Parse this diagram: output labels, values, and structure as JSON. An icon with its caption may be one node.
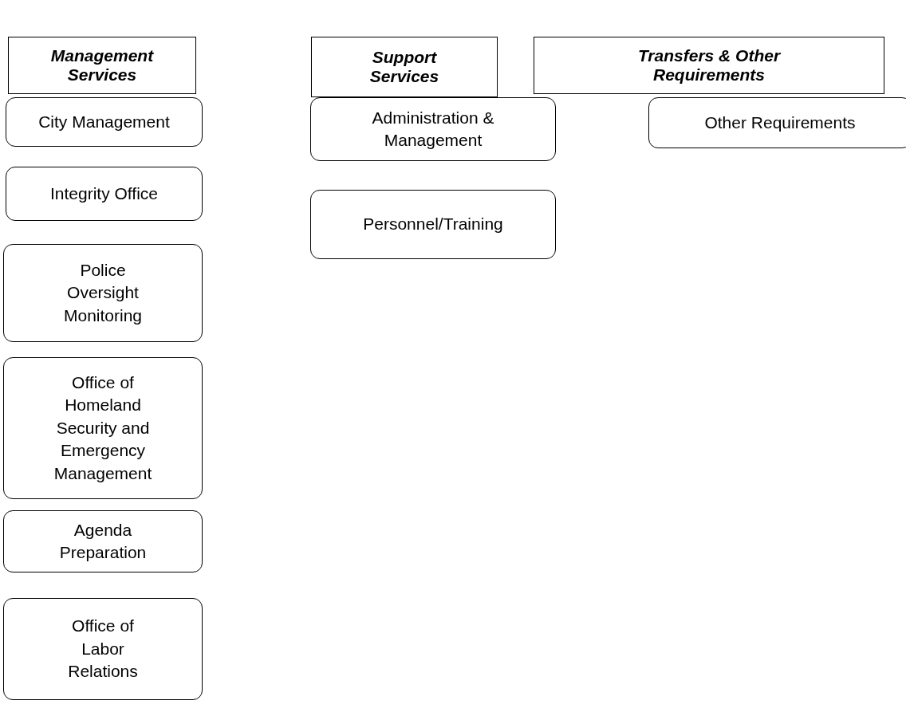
{
  "diagram": {
    "nodes": [
      {
        "text": [
          "Management Services"
        ]
      },
      {
        "text": [
          "City Management"
        ]
      },
      {
        "text": [
          "Integrity Office"
        ]
      },
      {
        "text": [
          "Police Oversight Monitoring"
        ]
      },
      {
        "text": [
          "Office of Homeland Security and Emergency Management"
        ]
      },
      {
        "text": [
          "Agenda Preparation"
        ]
      },
      {
        "text": [
          "Office of Labor Relations"
        ]
      },
      {
        "text": [
          "Support Services"
        ]
      },
      {
        "text": [
          "Administration & Management"
        ]
      },
      {
        "text": [
          "Personnel/Training"
        ]
      },
      {
        "text": [
          "Transfers & Other Requirements"
        ]
      },
      {
        "text": [
          "Other Requirements"
        ]
      }
    ]
  }
}
